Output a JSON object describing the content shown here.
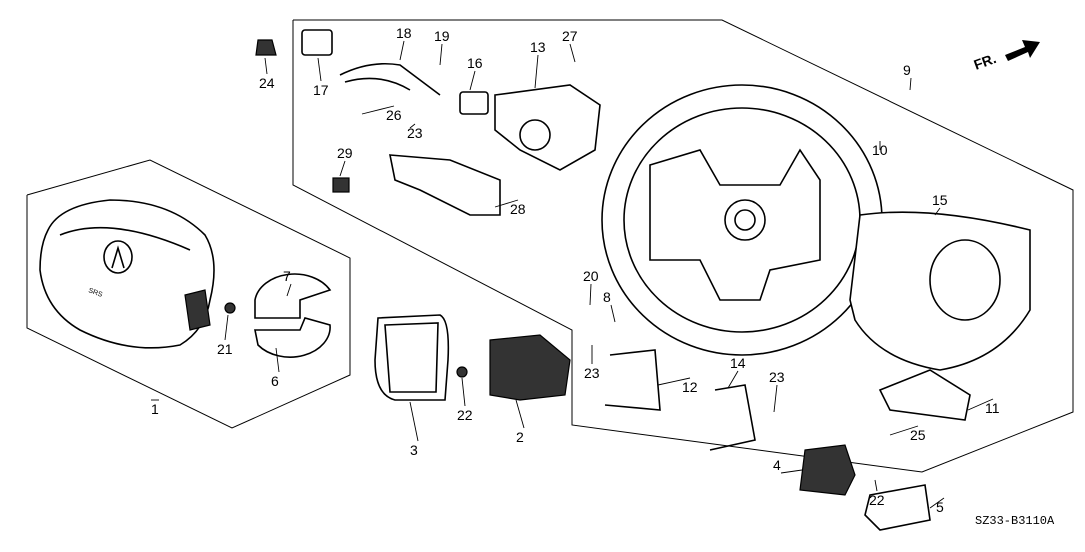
{
  "diagram_code": "SZ33-B3110A",
  "direction_indicator": {
    "label": "FR.",
    "icon": "arrow-right-icon"
  },
  "callouts": [
    "24",
    "17",
    "18",
    "19",
    "16",
    "13",
    "27",
    "9",
    "26",
    "23",
    "29",
    "28",
    "10",
    "15",
    "7",
    "21",
    "6",
    "1",
    "20",
    "8",
    "23",
    "12",
    "3",
    "22",
    "2",
    "14",
    "23",
    "11",
    "25",
    "4",
    "22",
    "5"
  ]
}
